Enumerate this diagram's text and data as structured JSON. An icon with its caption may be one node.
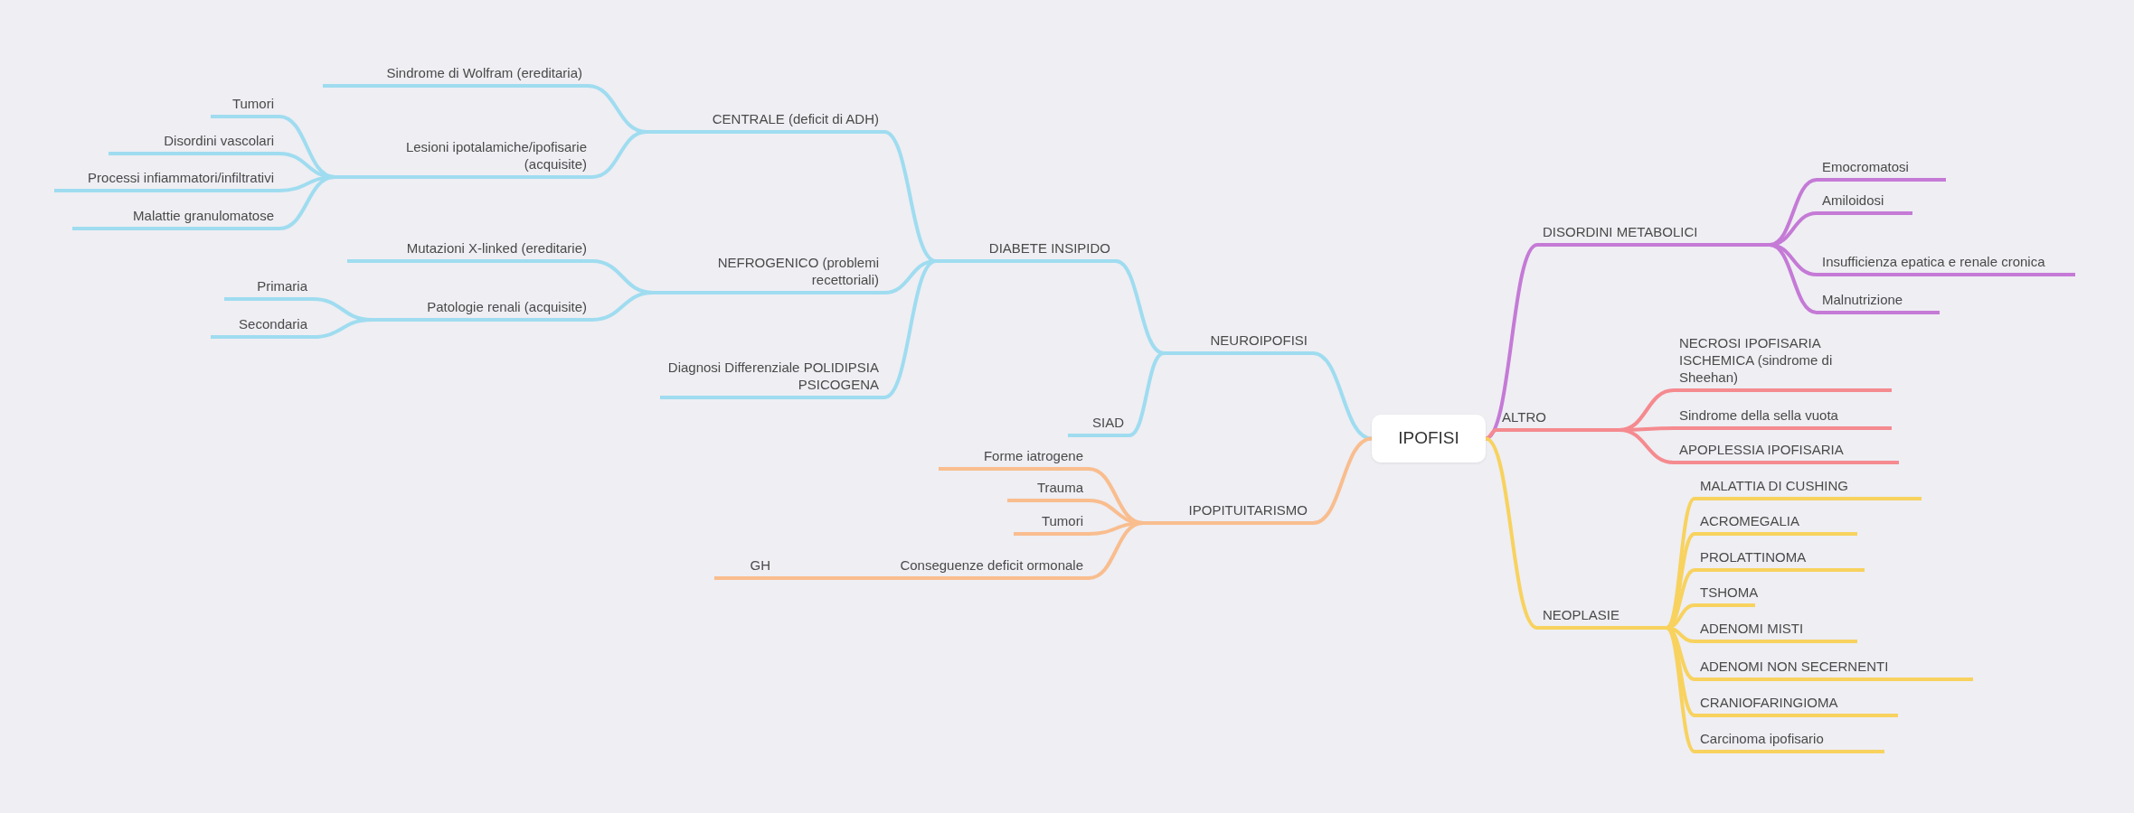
{
  "diagram": {
    "nodes": [
      {
        "text": [
          "IPOFISI"
        ]
      },
      {
        "text": [
          "NEUROIPOFISI"
        ]
      },
      {
        "text": [
          "DIABETE INSIPIDO"
        ]
      },
      {
        "text": [
          "CENTRALE (deficit di ADH)"
        ]
      },
      {
        "text": [
          "Sindrome di Wolfram (ereditaria)"
        ]
      },
      {
        "text": [
          "Lesioni ipotalamiche/ipofisarie (acquisite)"
        ]
      },
      {
        "text": [
          "Tumori"
        ]
      },
      {
        "text": [
          "Disordini vascolari"
        ]
      },
      {
        "text": [
          "Processi infiammatori/infiltrativi"
        ]
      },
      {
        "text": [
          "Malattie granulomatose"
        ]
      },
      {
        "text": [
          "NEFROGENICO (problemi recettoriali)"
        ]
      },
      {
        "text": [
          "Mutazioni X-linked (ereditarie)"
        ]
      },
      {
        "text": [
          "Patologie renali (acquisite)"
        ]
      },
      {
        "text": [
          "Primaria"
        ]
      },
      {
        "text": [
          "Secondaria"
        ]
      },
      {
        "text": [
          "Diagnosi Differenziale POLIDIPSIA PSICOGENA"
        ]
      },
      {
        "text": [
          "SIAD"
        ]
      },
      {
        "text": [
          "IPOPITUITARISMO"
        ]
      },
      {
        "text": [
          "Forme iatrogene"
        ]
      },
      {
        "text": [
          "Trauma"
        ]
      },
      {
        "text": [
          "Tumori"
        ]
      },
      {
        "text": [
          "Conseguenze deficit ormonale"
        ]
      },
      {
        "text": [
          "GH"
        ]
      },
      {
        "text": [
          "DISORDINI METABOLICI"
        ]
      },
      {
        "text": [
          "Emocromatosi"
        ]
      },
      {
        "text": [
          "Amiloidosi"
        ]
      },
      {
        "text": [
          "Insufficienza epatica e renale cronica"
        ]
      },
      {
        "text": [
          "Malnutrizione"
        ]
      },
      {
        "text": [
          "ALTRO"
        ]
      },
      {
        "text": [
          "NECROSI IPOFISARIA ISCHEMICA (sindrome di Sheehan)"
        ]
      },
      {
        "text": [
          "Sindrome della sella vuota"
        ]
      },
      {
        "text": [
          "APOPLESSIA IPOFISARIA"
        ]
      },
      {
        "text": [
          "NEOPLASIE"
        ]
      },
      {
        "text": [
          "MALATTIA DI CUSHING"
        ]
      },
      {
        "text": [
          "ACROMEGALIA"
        ]
      },
      {
        "text": [
          "PROLATTINOMA"
        ]
      },
      {
        "text": [
          "TSHOMA"
        ]
      },
      {
        "text": [
          "ADENOMI MISTI"
        ]
      },
      {
        "text": [
          "ADENOMI NON SECERNENTI"
        ]
      },
      {
        "text": [
          "CRANIOFARINGIOMA"
        ]
      },
      {
        "text": [
          "Carcinoma ipofisario"
        ]
      }
    ],
    "edges": [
      {
        "from": 0,
        "to": 1,
        "arrow": "none"
      },
      {
        "from": 1,
        "to": 2,
        "arrow": "none"
      },
      {
        "from": 2,
        "to": 3,
        "arrow": "none"
      },
      {
        "from": 3,
        "to": 4,
        "arrow": "none"
      },
      {
        "from": 3,
        "to": 5,
        "arrow": "none"
      },
      {
        "from": 5,
        "to": 6,
        "arrow": "none"
      },
      {
        "from": 5,
        "to": 7,
        "arrow": "none"
      },
      {
        "from": 5,
        "to": 8,
        "arrow": "none"
      },
      {
        "from": 5,
        "to": 9,
        "arrow": "none"
      },
      {
        "from": 2,
        "to": 10,
        "arrow": "none"
      },
      {
        "from": 10,
        "to": 11,
        "arrow": "none"
      },
      {
        "from": 10,
        "to": 12,
        "arrow": "none"
      },
      {
        "from": 12,
        "to": 13,
        "arrow": "none"
      },
      {
        "from": 12,
        "to": 14,
        "arrow": "none"
      },
      {
        "from": 2,
        "to": 15,
        "arrow": "none"
      },
      {
        "from": 1,
        "to": 16,
        "arrow": "none"
      },
      {
        "from": 0,
        "to": 17,
        "arrow": "none",
        "color": "#f9bd8e"
      },
      {
        "from": 17,
        "to": 18,
        "arrow": "none",
        "color": "#f9bd8e"
      },
      {
        "from": 17,
        "to": 19,
        "arrow": "none",
        "color": "#f9bd8e"
      },
      {
        "from": 17,
        "to": 20,
        "arrow": "none",
        "color": "#f9bd8e"
      },
      {
        "from": 17,
        "to": 21,
        "arrow": "none",
        "color": "#f9bd8e"
      },
      {
        "from": 21,
        "to": 22,
        "arrow": "none",
        "color": "#f9bd8e"
      },
      {
        "from": 0,
        "to": 23,
        "arrow": "none",
        "color": "#c57ad6"
      },
      {
        "from": 23,
        "to": 24,
        "arrow": "none",
        "color": "#c57ad6"
      },
      {
        "from": 23,
        "to": 25,
        "arrow": "none",
        "color": "#c57ad6"
      },
      {
        "from": 23,
        "to": 26,
        "arrow": "none",
        "color": "#c57ad6"
      },
      {
        "from": 23,
        "to": 27,
        "arrow": "none",
        "color": "#c57ad6"
      },
      {
        "from": 0,
        "to": 28,
        "arrow": "none",
        "color": "#f58a8f"
      },
      {
        "from": 28,
        "to": 29,
        "arrow": "none",
        "color": "#f58a8f"
      },
      {
        "from": 28,
        "to": 30,
        "arrow": "none",
        "color": "#f58a8f"
      },
      {
        "from": 28,
        "to": 31,
        "arrow": "none",
        "color": "#f58a8f"
      },
      {
        "from": 0,
        "to": 32,
        "arrow": "none",
        "color": "#f8d25e"
      },
      {
        "from": 32,
        "to": 33,
        "arrow": "none",
        "color": "#f8d25e"
      },
      {
        "from": 32,
        "to": 34,
        "arrow": "none",
        "color": "#f8d25e"
      },
      {
        "from": 32,
        "to": 35,
        "arrow": "none",
        "color": "#f8d25e"
      },
      {
        "from": 32,
        "to": 36,
        "arrow": "none",
        "color": "#f8d25e"
      },
      {
        "from": 32,
        "to": 37,
        "arrow": "none",
        "color": "#f8d25e"
      },
      {
        "from": 32,
        "to": 38,
        "arrow": "none",
        "color": "#f8d25e"
      },
      {
        "from": 32,
        "to": 39,
        "arrow": "none",
        "color": "#f8d25e"
      },
      {
        "from": 32,
        "to": 40,
        "arrow": "none",
        "color": "#f8d25e"
      }
    ]
  }
}
